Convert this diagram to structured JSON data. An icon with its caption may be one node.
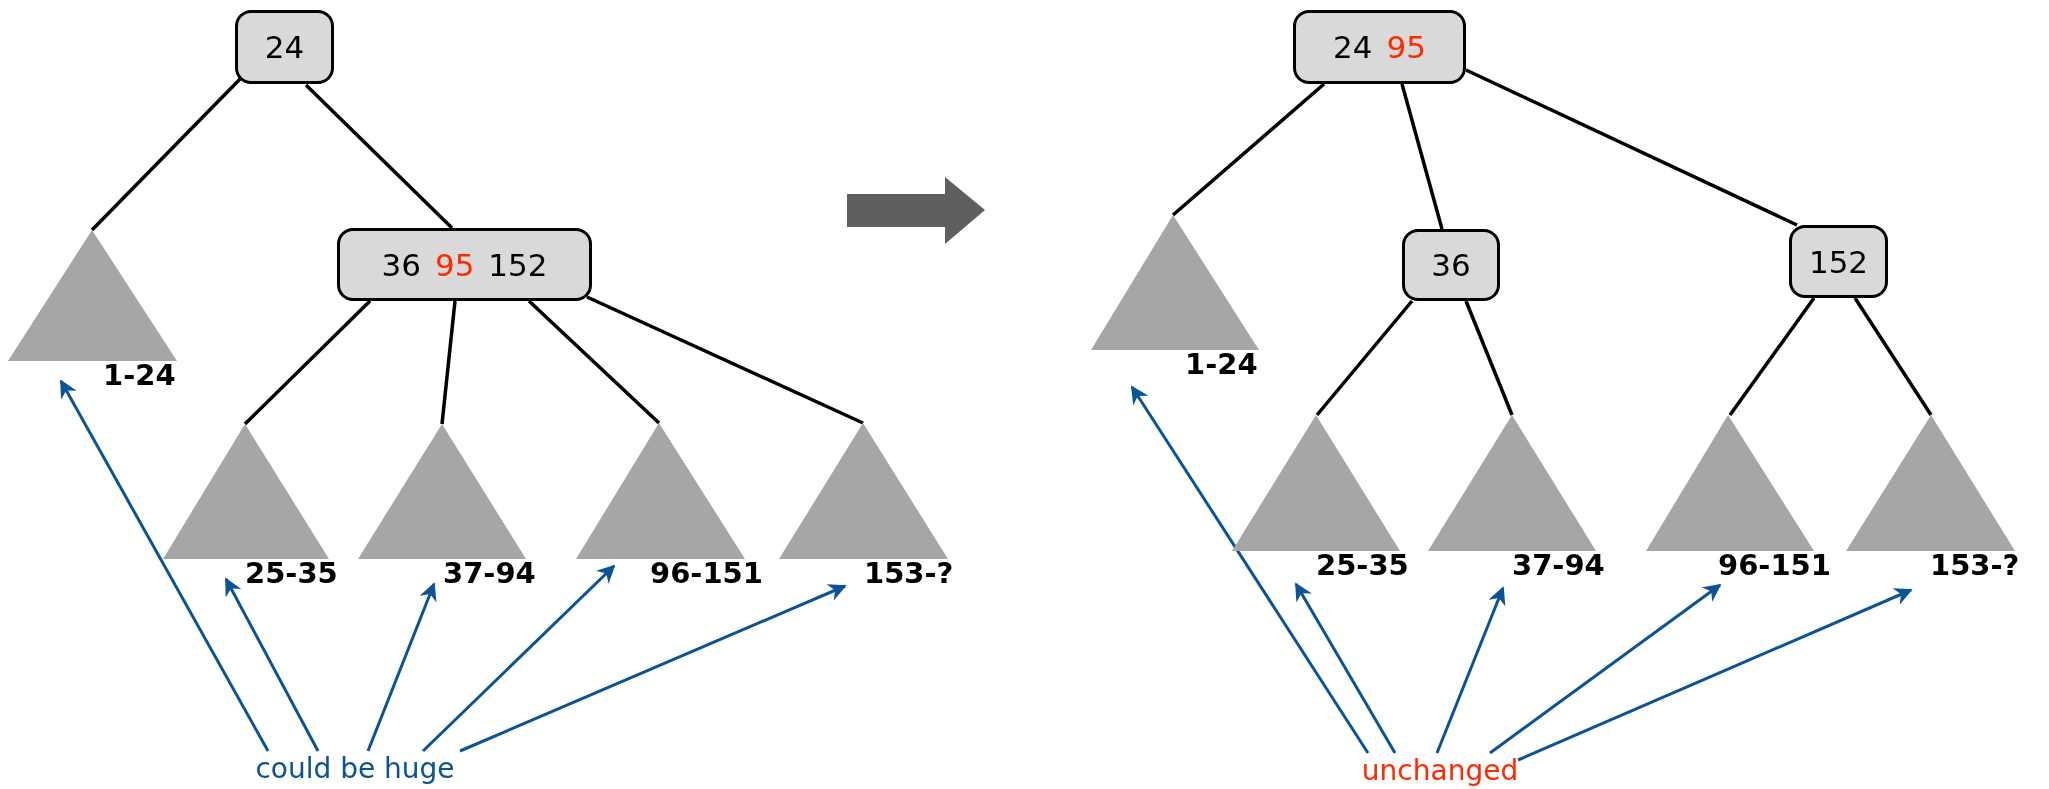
{
  "diagram": {
    "nodes": [
      {
        "text": [
          "24"
        ]
      },
      {
        "text": [
          "36",
          "95",
          "152"
        ]
      },
      {
        "text": [],
        "shape": "triangle",
        "beside": [
          "1-24"
        ]
      },
      {
        "text": [],
        "shape": "triangle",
        "beside": [
          "25-35"
        ]
      },
      {
        "text": [],
        "shape": "triangle",
        "beside": [
          "37-94"
        ]
      },
      {
        "text": [],
        "shape": "triangle",
        "beside": [
          "96-151"
        ]
      },
      {
        "text": [],
        "shape": "triangle",
        "beside": [
          "153-?"
        ]
      },
      {
        "text": [
          "could be huge"
        ]
      },
      {
        "text": [
          "24",
          "95"
        ]
      },
      {
        "text": [
          "36"
        ]
      },
      {
        "text": [
          "152"
        ]
      },
      {
        "text": [],
        "shape": "triangle",
        "beside": [
          "1-24"
        ]
      },
      {
        "text": [],
        "shape": "triangle",
        "beside": [
          "25-35"
        ]
      },
      {
        "text": [],
        "shape": "triangle",
        "beside": [
          "37-94"
        ]
      },
      {
        "text": [],
        "shape": "triangle",
        "beside": [
          "96-151"
        ]
      },
      {
        "text": [],
        "shape": "triangle",
        "beside": [
          "153-?"
        ]
      },
      {
        "text": [
          "unchanged"
        ]
      }
    ],
    "edges": [
      {
        "from": 0,
        "to": 2,
        "arrow": "none"
      },
      {
        "from": 0,
        "to": 1,
        "arrow": "none"
      },
      {
        "from": 1,
        "to": 3,
        "arrow": "none"
      },
      {
        "from": 1,
        "to": 4,
        "arrow": "none"
      },
      {
        "from": 1,
        "to": 5,
        "arrow": "none"
      },
      {
        "from": 1,
        "to": 6,
        "arrow": "none"
      },
      {
        "from": 7,
        "to": 2,
        "arrow": "to",
        "color": "#0b5394"
      },
      {
        "from": 7,
        "to": 3,
        "arrow": "to",
        "color": "#0b5394"
      },
      {
        "from": 7,
        "to": 4,
        "arrow": "to",
        "color": "#0b5394"
      },
      {
        "from": 7,
        "to": 5,
        "arrow": "to",
        "color": "#0b5394"
      },
      {
        "from": 7,
        "to": 6,
        "arrow": "to",
        "color": "#0b5394"
      },
      {
        "from": 8,
        "to": 11,
        "arrow": "none"
      },
      {
        "from": 8,
        "to": 9,
        "arrow": "none"
      },
      {
        "from": 8,
        "to": 10,
        "arrow": "none"
      },
      {
        "from": 9,
        "to": 12,
        "arrow": "none"
      },
      {
        "from": 9,
        "to": 13,
        "arrow": "none"
      },
      {
        "from": 10,
        "to": 14,
        "arrow": "none"
      },
      {
        "from": 10,
        "to": 15,
        "arrow": "none"
      },
      {
        "from": 16,
        "to": 11,
        "arrow": "to",
        "color": "#0b5394"
      },
      {
        "from": 16,
        "to": 12,
        "arrow": "to",
        "color": "#0b5394"
      },
      {
        "from": 16,
        "to": 13,
        "arrow": "to",
        "color": "#0b5394"
      },
      {
        "from": 16,
        "to": 14,
        "arrow": "to",
        "color": "#0b5394"
      },
      {
        "from": 16,
        "to": 15,
        "arrow": "to",
        "color": "#0b5394"
      }
    ]
  }
}
